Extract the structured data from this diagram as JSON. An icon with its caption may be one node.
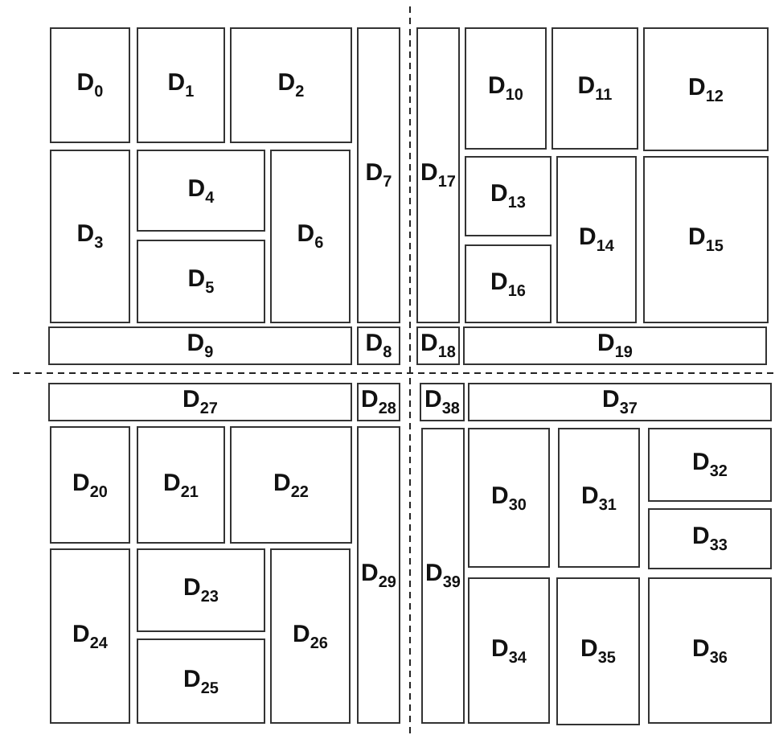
{
  "diagram": {
    "nodes": [
      {
        "text": [
          "D$_{0}$"
        ]
      },
      {
        "text": [
          "D$_{1}$"
        ]
      },
      {
        "text": [
          "D$_{2}$"
        ]
      },
      {
        "text": [
          "D$_{3}$"
        ]
      },
      {
        "text": [
          "D$_{4}$"
        ]
      },
      {
        "text": [
          "D$_{5}$"
        ]
      },
      {
        "text": [
          "D$_{6}$"
        ]
      },
      {
        "text": [
          "D$_{7}$"
        ]
      },
      {
        "text": [
          "D$_{8}$"
        ]
      },
      {
        "text": [
          "D$_{9}$"
        ]
      },
      {
        "text": [
          "D$_{10}$"
        ]
      },
      {
        "text": [
          "D$_{11}$"
        ]
      },
      {
        "text": [
          "D$_{12}$"
        ]
      },
      {
        "text": [
          "D$_{13}$"
        ]
      },
      {
        "text": [
          "D$_{14}$"
        ]
      },
      {
        "text": [
          "D$_{15}$"
        ]
      },
      {
        "text": [
          "D$_{16}$"
        ]
      },
      {
        "text": [
          "D$_{17}$"
        ]
      },
      {
        "text": [
          "D$_{18}$"
        ]
      },
      {
        "text": [
          "D$_{19}$"
        ]
      },
      {
        "text": [
          "D$_{20}$"
        ]
      },
      {
        "text": [
          "D$_{21}$"
        ]
      },
      {
        "text": [
          "D$_{22}$"
        ]
      },
      {
        "text": [
          "D$_{23}$"
        ]
      },
      {
        "text": [
          "D$_{24}$"
        ]
      },
      {
        "text": [
          "D$_{25}$"
        ]
      },
      {
        "text": [
          "D$_{26}$"
        ]
      },
      {
        "text": [
          "D$_{27}$"
        ]
      },
      {
        "text": [
          "D$_{28}$"
        ]
      },
      {
        "text": [
          "D$_{29}$"
        ]
      },
      {
        "text": [
          "D$_{30}$"
        ]
      },
      {
        "text": [
          "D$_{31}$"
        ]
      },
      {
        "text": [
          "D$_{32}$"
        ]
      },
      {
        "text": [
          "D$_{33}$"
        ]
      },
      {
        "text": [
          "D$_{34}$"
        ]
      },
      {
        "text": [
          "D$_{35}$"
        ]
      },
      {
        "text": [
          "D$_{36}$"
        ]
      },
      {
        "text": [
          "D$_{37}$"
        ]
      },
      {
        "text": [
          "D$_{38}$"
        ]
      },
      {
        "text": [
          "D$_{39}$"
        ]
      }
    ]
  }
}
